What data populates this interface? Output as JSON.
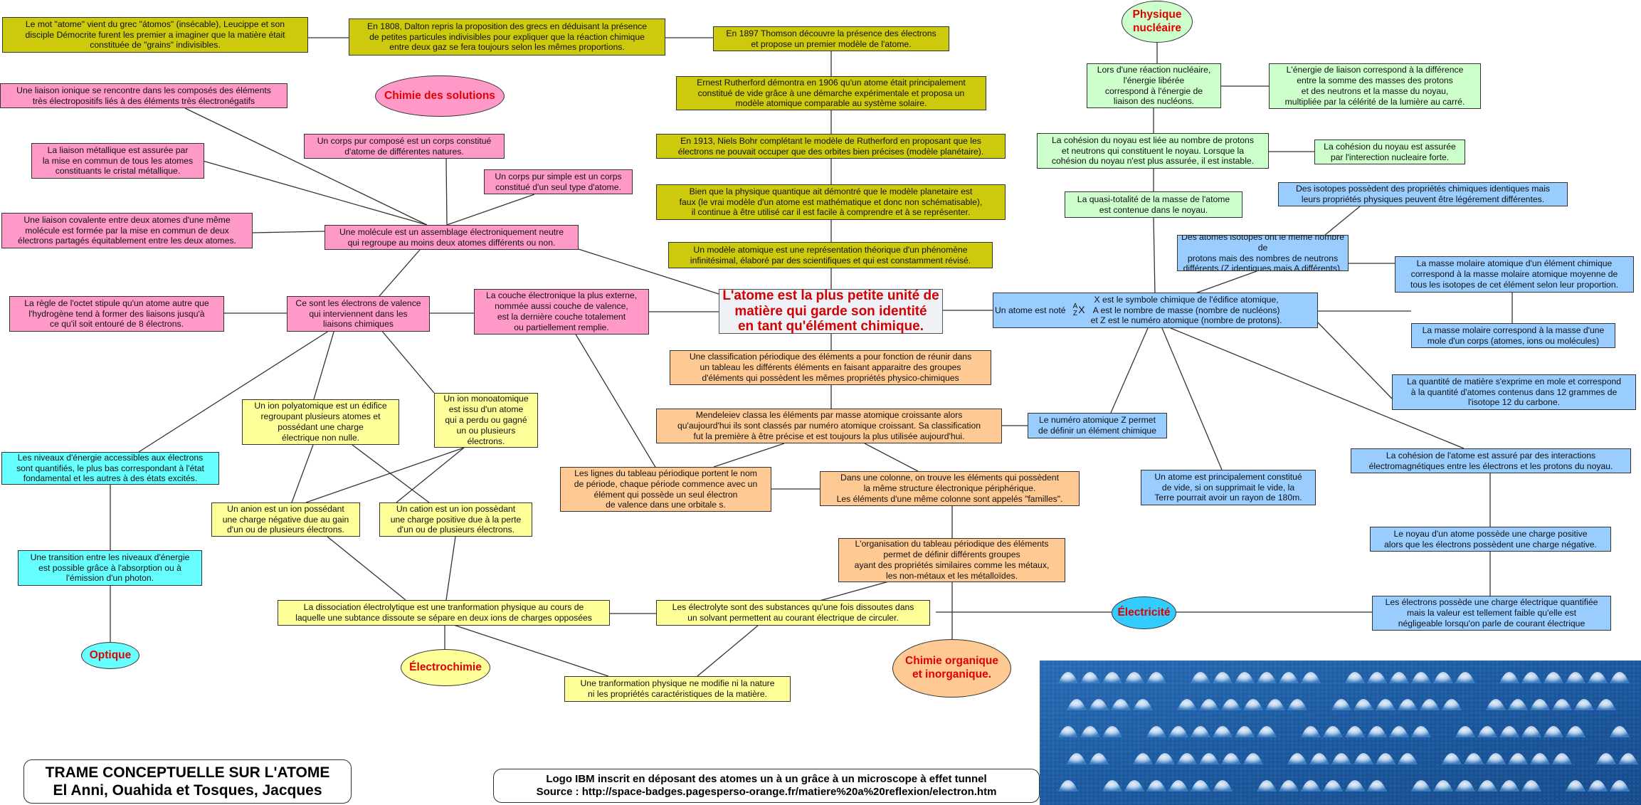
{
  "colors": {
    "history": "#cdc90c",
    "chemistry_of_solutions": "#ff99c8",
    "electrochemistry": "#ffff99",
    "periodic_table": "#ffc993",
    "nuclear_physics": "#ccffcc",
    "electricity": "#99ccff",
    "optics": "#66ffff"
  },
  "nodes": {
    "democrite": "Le mot \"atome\" vient du grec \"átomos\" (insécable), Leucippe et son\ndisciple Démocrite furent les premier a imaginer que la matière était\nconstituée de \"grains\" indivisibles.",
    "dalton": "En 1808, Dalton repris la proposition des grecs en déduisant la présence\nde petites particules indivisibles pour expliquer que la réaction chimique\nentre deux gaz se fera toujours selon les mêmes proportions.",
    "thomson": "En 1897 Thomson découvre la présence des électrons\net propose un premier modèle de l'atome.",
    "rutherford": "Ernest Rutherford démontra en 1906 qu'un atome était principalement\nconstitué de vide grâce à une démarche expérimentale et proposa un\nmodèle atomique comparable au système solaire.",
    "bohr": "En 1913, Niels Bohr complétant le modèle de Rutherford en proposant que les\nélectrons ne pouvait occuper que des orbites bien précises (modèle planétaire).",
    "quantique": "Bien que la physique quantique ait démontré que le modèle planetaire est\nfaux (le vrai modèle d'un atome est mathématique et donc non schématisable),\nil continue à être utilisé car il est facile à comprendre et à se représenter.",
    "modele": "Un modèle atomique est une représentation théorique d'un phénomène\ninfinitésimal, élaboré par des scientifiques et qui est constamment révisé.",
    "center": "L'atome est la plus petite unité de\nmatière qui garde son identité\nen tant qu'élément chimique.",
    "liaison_ionique": "Une liaison ionique se rencontre dans les composés des éléments\ntrès électropositifs liés à des éléments très électronégatifs",
    "liaison_metallique": "La liaison métallique est assurée par\nla mise en commun de tous les atomes\nconstituants le cristal métallique.",
    "corps_compose": "Un corps pur composé est un corps constitué\nd'atome de différentes natures.",
    "corps_simple": "Un corps pur simple est un corps\nconstitué d'un seul type d'atome.",
    "liaison_covalente": "Une liaison covalente entre deux atomes d'une même\nmolécule est formée par la mise en commun de deux\nélectrons partagés équitablement entre les deux atomes.",
    "molecule": "Une molécule est un assemblage électroniquement neutre\nqui regroupe au moins deux atomes différents ou non.",
    "octet": "La règle de l'octet stipule qu'un atome autre que\nl'hydrogène tend à former des liaisons jusqu'à\nce qu'il soit entouré de 8 électrons.",
    "valence": "Ce sont les électrons de valence\nqui interviennent dans les\nliaisons chimiques",
    "couche_externe": "La couche électronique la plus externe,\nnommée aussi couche de valence,\nest la dernière couche totalement\nou partiellement remplie.",
    "niveaux_energie": "Les niveaux d'énergie accessibles aux électrons\nsont quantifiés, le plus bas correspondant à l'état\nfondamental et les autres à des états excités.",
    "transition": "Une transition entre les niveaux d'énergie\nest possible grâce à l'absorption ou à\nl'émission d'un photon.",
    "ion_polyatomique": "Un ion polyatomique est un édifice\nregroupant plusieurs atomes et\npossédant une charge\nélectrique non nulle.",
    "ion_monoatomique": "Un ion monoatomique\nest issu d'un atome\nqui a perdu ou gagné\nun ou plusieurs\nélectrons.",
    "anion": "Un anion est un ion possédant\nune charge négative due au gain\nd'un ou de plusieurs électrons.",
    "cation": "Un cation est un ion possèdant\nune charge positive due à la perte\nd'un ou de plusieurs électrons.",
    "dissociation": "La dissociation électrolytique est une tranformation physique au cours de\nlaquelle une subtance dissoute se sépare en deux ions de charges opposées",
    "electrolytes": "Les électrolyte sont des substances qu'une fois dissoutes dans\nun solvant permettent au courant électrique de circuler.",
    "transformation": "Une tranformation physique ne modifie ni la nature\nni les propriétés caractéristiques de la matière.",
    "classification": "Une classification périodique des éléments a pour fonction de réunir dans\nun tableau les différents éléments en faisant apparaitre des groupes\nd'éléments qui possèdent les mêmes propriétés physico-chimiques",
    "mendeleiev": "Mendeleiev classa les éléments par masse atomique croissante alors\nqu'aujourd'hui ils sont classés par numéro atomique croissant. Sa classification\nfut la première à être précise et est toujours la plus utilisée aujourd'hui.",
    "numero_atomique": "Le numéro atomique Z permet\nde définir un élément chimique",
    "lignes": "Les lignes du tableau périodique portent le nom\nde période, chaque période commence avec un\nélément qui possède un seul électron\nde valence dans une orbitale s.",
    "colonnes": "Dans une colonne, on trouve les éléments qui possèdent\nla même structure électronique périphérique.\nLes éléments d'une même colonne sont appelés \"familles\".",
    "organisation": "L'organisation du tableau périodique des éléments\npermet de définir différents groupes\nayant des propriétés similaires comme les métaux,\nles non-métaux et les métalloïdes.",
    "reaction_nucleaire": "Lors d'une réaction nucléaire,\nl'énergie libérée\ncorrespond à l'énergie de\nliaison des nucléons.",
    "energie_liaison": "L'énergie de liaison correspond à la différence\nentre la somme des masses des protons\net des neutrons et la masse du noyau,\nmultipliée par la célérité de la lumière au carré.",
    "cohesion_noyau": "La cohésion du noyau est liée au nombre de protons\net neutrons qui constituent le noyau. Lorsque la\ncohésion du noyau n'est plus assurée, il est instable.",
    "interaction_forte": "La cohésion du noyau est assurée\npar l'interection nucleaire forte.",
    "masse_noyau": "La quasi-totalité de la masse de l'atome\nest contenue dans le noyau.",
    "isotopes_proprietes": "Des isotopes possèdent des propriétés chimiques identiques mais\nleurs propriétés physiques peuvent être légérement différentes.",
    "isotopes_def": "Des atomes isotopes ont le même nombre de\nprotons mais des nombres de neutrons\ndifférents (Z identiques mais A différents).",
    "masse_molaire_atomique": "La masse molaire atomique d'un élément chimique\ncorrespond à la masse molaire atomique moyenne de\ntous les isotopes de cet élément selon leur proportion.",
    "masse_molaire": "La masse molaire correspond à la masse d'une\nmole d'un corps (atomes, ions ou molécules)",
    "quantite_matiere": "La quantité de matière s'exprime en mole et correspond\nà la quantité d'atomes contenus dans 12 grammes de\nl'isotope 12 du carbone.",
    "cohesion_atome": "La cohésion de l'atome est assuré par des interactions\nélectromagnétiques entre les électrons et les protons du noyau.",
    "noyau_charge": "Le noyau d'un atome possède une charge positive\nalors que les électrons possèdent une charge négative.",
    "charge_electron": "Les électrons possède une charge électrique quantifiée\nmais la valeur est tellement faible qu'elle est\nnégligeable lorsqu'on parle de courant électrique",
    "vide": "Un atome est principalement constitué\nde vide, si on supprimait le vide, la\nTerre pourrait avoir un rayon de 180m."
  },
  "notation": {
    "prefix": "Un atome est noté",
    "mass_number": "A",
    "atomic_number": "Z",
    "symbol": "X",
    "description": "X est le symbole chimique de l'édifice atomique,\nA est le nombre de masse (nombre de nucléons)\net Z est le numéro atomique (nombre de protons)."
  },
  "domains": {
    "physique_nucleaire": "Physique\nnucléaire",
    "chimie_solutions": "Chimie des solutions",
    "optique": "Optique",
    "electrochimie": "Électrochimie",
    "electricite": "Électricité",
    "chimie_organique": "Chimie organique\net inorganique."
  },
  "credits": {
    "title": "TRAME CONCEPTUELLE SUR L'ATOME\nEl Anni, Ouahida et Tosques, Jacques",
    "source": "Logo IBM inscrit en déposant des atomes un à un grâce à un microscope à effet tunnel\nSource : http://space-badges.pagesperso-orange.fr/matiere%20a%20reflexion/electron.htm"
  }
}
